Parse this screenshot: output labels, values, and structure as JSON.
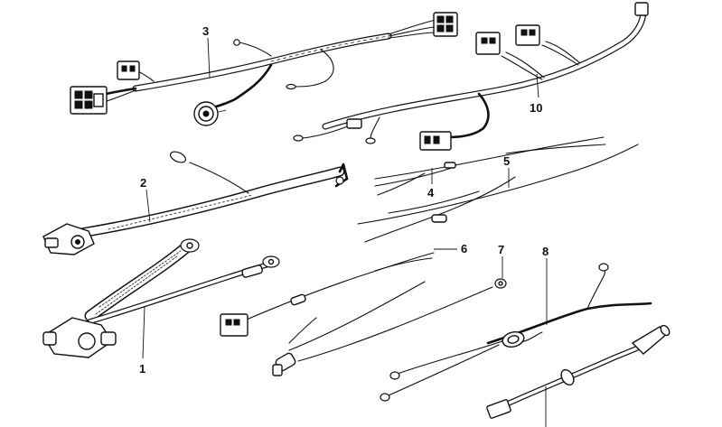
{
  "callouts": {
    "c1": "1",
    "c2": "2",
    "c3": "3",
    "c4": "4",
    "c5": "5",
    "c6": "6",
    "c7": "7",
    "c8": "8",
    "c10": "10"
  }
}
